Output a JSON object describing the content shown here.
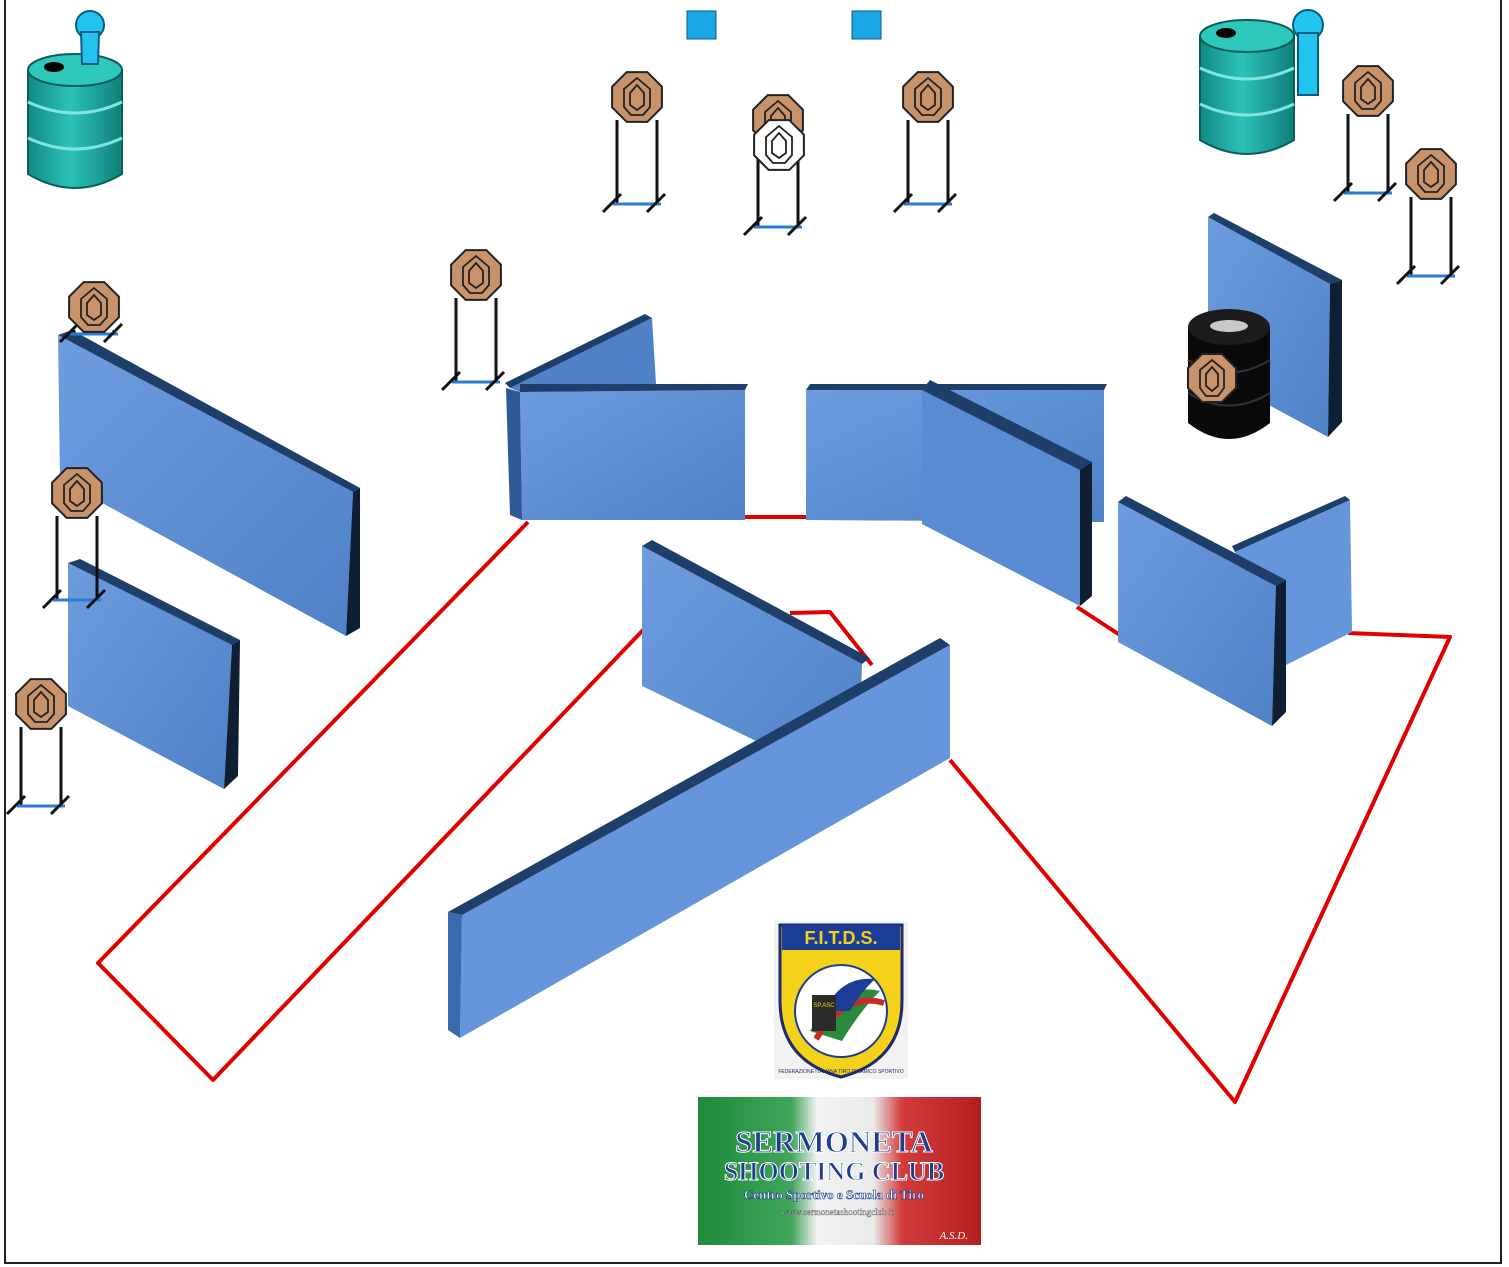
{
  "colors": {
    "wall_face": "#5b8fd6",
    "wall_top": "#1f3f6b",
    "wall_edge": "#0e1e33",
    "fault_line": "#e00000",
    "target_paper": "#c8936a",
    "no_shoot": "#ffffff",
    "steel_popper": "#22c4ee",
    "barrel": "#1aa7a0",
    "tire": "#0a0a0a",
    "marker": "#1aa7e6"
  },
  "icons": {
    "paper_target": "ipsc-octagon-target-icon",
    "no_shoot": "no-shoot-target-icon",
    "popper": "steel-popper-icon",
    "barrel": "oil-barrel-icon",
    "tire_stack": "tire-stack-icon",
    "start_marker": "square-marker-icon"
  },
  "logos": {
    "fitds": {
      "badge_text": "F.I.T.D.S.",
      "ring_text": "FEDERAZIONE ITALIANA TIRO DINAMICO SPORTIVO",
      "center_text": "SP.ASC"
    },
    "club": {
      "line1": "SERMONETA",
      "line2": "SHOOTING CLUB",
      "line3": "Centro Sportivo e Scuola di Tiro",
      "url": "www.sermonetashootingclub.it",
      "suffix": "A.S.D."
    }
  }
}
